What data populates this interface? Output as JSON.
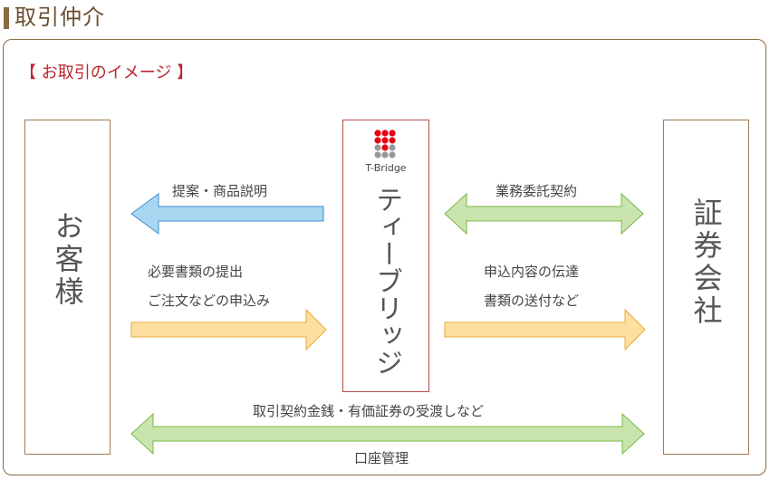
{
  "header": {
    "title": "取引仲介"
  },
  "subtitle": "【 お取引のイメージ 】",
  "nodes": {
    "customer": "お客様",
    "tbridge": "ティーブリッジ",
    "tbridge_brand": "T-Bridge",
    "securities": "証券会社"
  },
  "flows": {
    "proposal": "提案・商品説明",
    "business_contract": "業務委託契約",
    "submit_docs": "必要書類の提出",
    "order_apply": "ご注文などの申込み",
    "relay_content": "申込内容の伝達",
    "send_docs": "書類の送付など",
    "transaction": "取引契約金銭・有価証券の受渡しなど",
    "account": "口座管理"
  },
  "colors": {
    "blue_arrow": "#a9d7f1",
    "green_arrow": "#c9e4ac",
    "yellow_arrow": "#fde0a0",
    "brand_red": "#e60012",
    "brand_gray": "#999999"
  }
}
